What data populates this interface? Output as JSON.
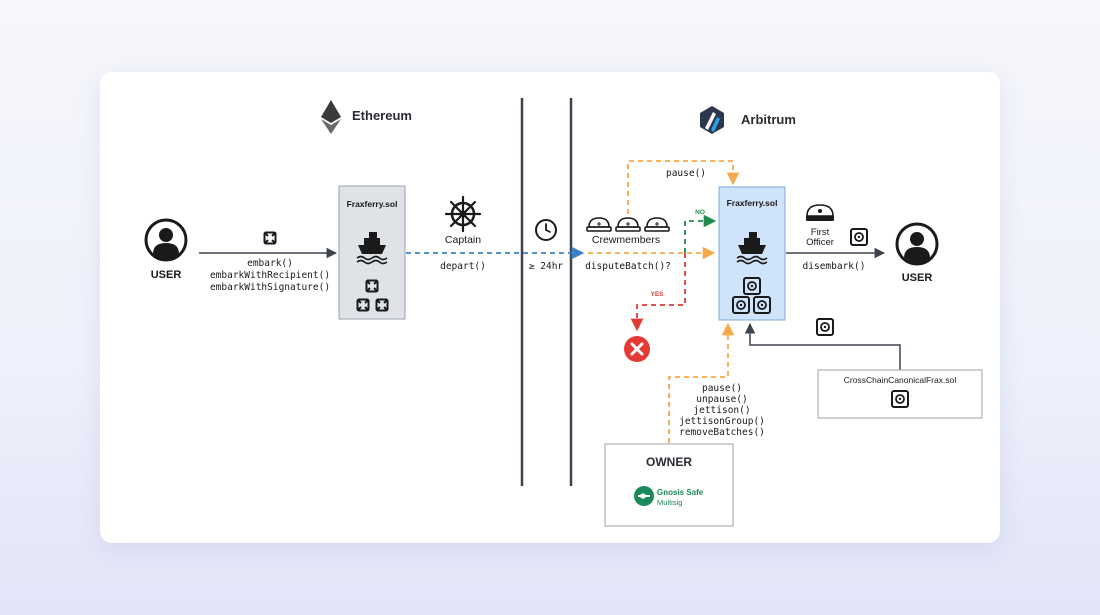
{
  "chains": {
    "left": "Ethereum",
    "right": "Arbitrum"
  },
  "nodes": {
    "user_left": "USER",
    "user_right": "USER",
    "fraxferry_eth": "Fraxferry.sol",
    "fraxferry_arb": "Fraxferry.sol",
    "captain": "Captain",
    "crewmembers": "Crewmembers",
    "first_officer_line1": "First",
    "first_officer_line2": "Officer",
    "owner": "OWNER",
    "gnosis_line1": "Gnosis Safe",
    "gnosis_line2": "Multisig",
    "canonical": "CrossChainCanonicalFrax.sol"
  },
  "edges": {
    "embark": [
      "embark()",
      "embarkWithRecipient()",
      "embarkWithSignature()"
    ],
    "depart": "depart()",
    "delay": "≥ 24hr",
    "dispute": "disputeBatch()?",
    "no": "NO",
    "yes": "YES",
    "pause_top": "pause()",
    "disembark": "disembark()",
    "owner_calls": [
      "pause()",
      "unpause()",
      "jettison()",
      "jettisonGroup()",
      "removeBatches()"
    ]
  },
  "colors": {
    "blue_dashed": "#3b82c8",
    "orange_dashed": "#f5a94a",
    "green_dashed": "#1f8a4c",
    "red_dashed": "#e53935",
    "eth_box": "#dfe2e7",
    "arb_box": "#cfe3fb",
    "gnosis": "#1b8a5a"
  }
}
